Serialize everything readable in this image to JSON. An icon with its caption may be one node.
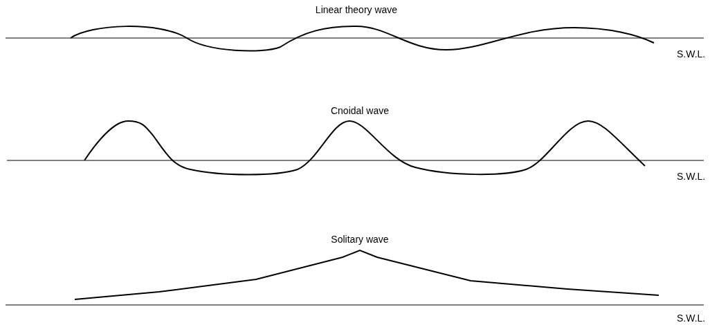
{
  "diagram": {
    "labels": [
      "Linear theory wave",
      "S.W.L.",
      "Cnoidal wave",
      "S.W.L.",
      "Solitary wave",
      "S.W.L."
    ]
  }
}
